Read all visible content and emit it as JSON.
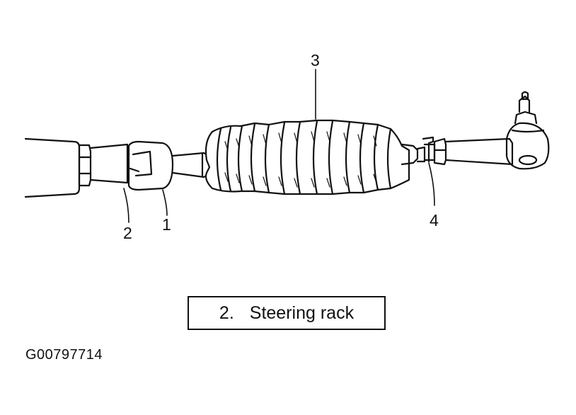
{
  "callouts": {
    "c1": "1",
    "c2": "2",
    "c3": "3",
    "c4": "4"
  },
  "caption": {
    "number": "2.",
    "text": "Steering rack"
  },
  "figure_id": "G00797714",
  "colors": {
    "ink": "#111111",
    "background": "#ffffff"
  }
}
